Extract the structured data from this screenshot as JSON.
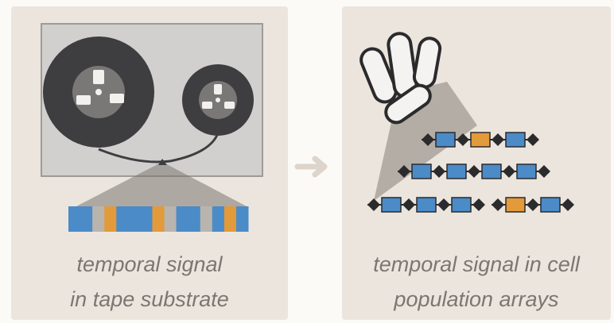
{
  "captions": {
    "left_line1": "temporal signal",
    "left_line2": "in tape substrate",
    "right_line1": "temporal signal in cell",
    "right_line2": "population arrays"
  },
  "colors": {
    "panel_bg": "#ece5dd",
    "reel": "#3e3e40",
    "blue": "#4a8bc8",
    "orange": "#e39a3a",
    "dark": "#2b2b2d",
    "gray_box": "#d2d0cf"
  },
  "tape_stripe": [
    "blue",
    "blue",
    "gray",
    "orange",
    "blue",
    "blue",
    "blue",
    "orange",
    "gray",
    "blue",
    "blue",
    "gray",
    "blue",
    "orange",
    "blue"
  ],
  "cell_arrays": [
    [
      "blue",
      "orange",
      "blue"
    ],
    [
      "blue",
      "blue",
      "blue",
      "blue"
    ],
    [
      "blue",
      "blue",
      "blue"
    ],
    [
      "orange",
      "blue"
    ]
  ]
}
